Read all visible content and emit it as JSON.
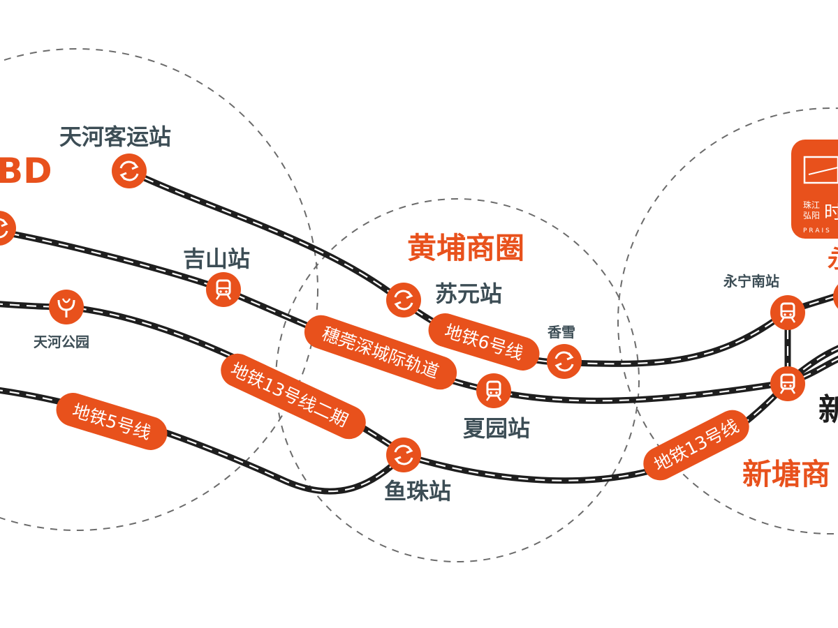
{
  "colors": {
    "accent": "#e8511c",
    "station_text": "#3c4d55",
    "track": "#1e1e1e",
    "circle": "#6b6b6b"
  },
  "districts": {
    "cbd": "BD",
    "huangpu": "黄埔商圈",
    "xintang": "新塘商"
  },
  "stations": {
    "tianhe_keyun": "天河客运站",
    "jishan": "吉山站",
    "tianhe_gongyuan": "天河公园",
    "suyuan": "苏元站",
    "xiangxue": "香雪",
    "xiayuan": "夏园站",
    "yuzhu": "鱼珠站",
    "yongning_nan": "永宁南站",
    "xin_partial": "新",
    "yong_partial": "永"
  },
  "lines": {
    "line6": "地铁6号线",
    "intercity": "穗莞深城际轨道",
    "line13_phase2": "地铁13号线二期",
    "line5": "地铁5号线",
    "line13": "地铁13号线"
  },
  "logo": {
    "brand_cn": "珠江\n弘阳",
    "brand_partial": "时",
    "brand_en": "PRAIS"
  },
  "icons": {
    "interchange": "interchange-icon",
    "metro": "metro-station-icon",
    "park": "park-icon"
  }
}
